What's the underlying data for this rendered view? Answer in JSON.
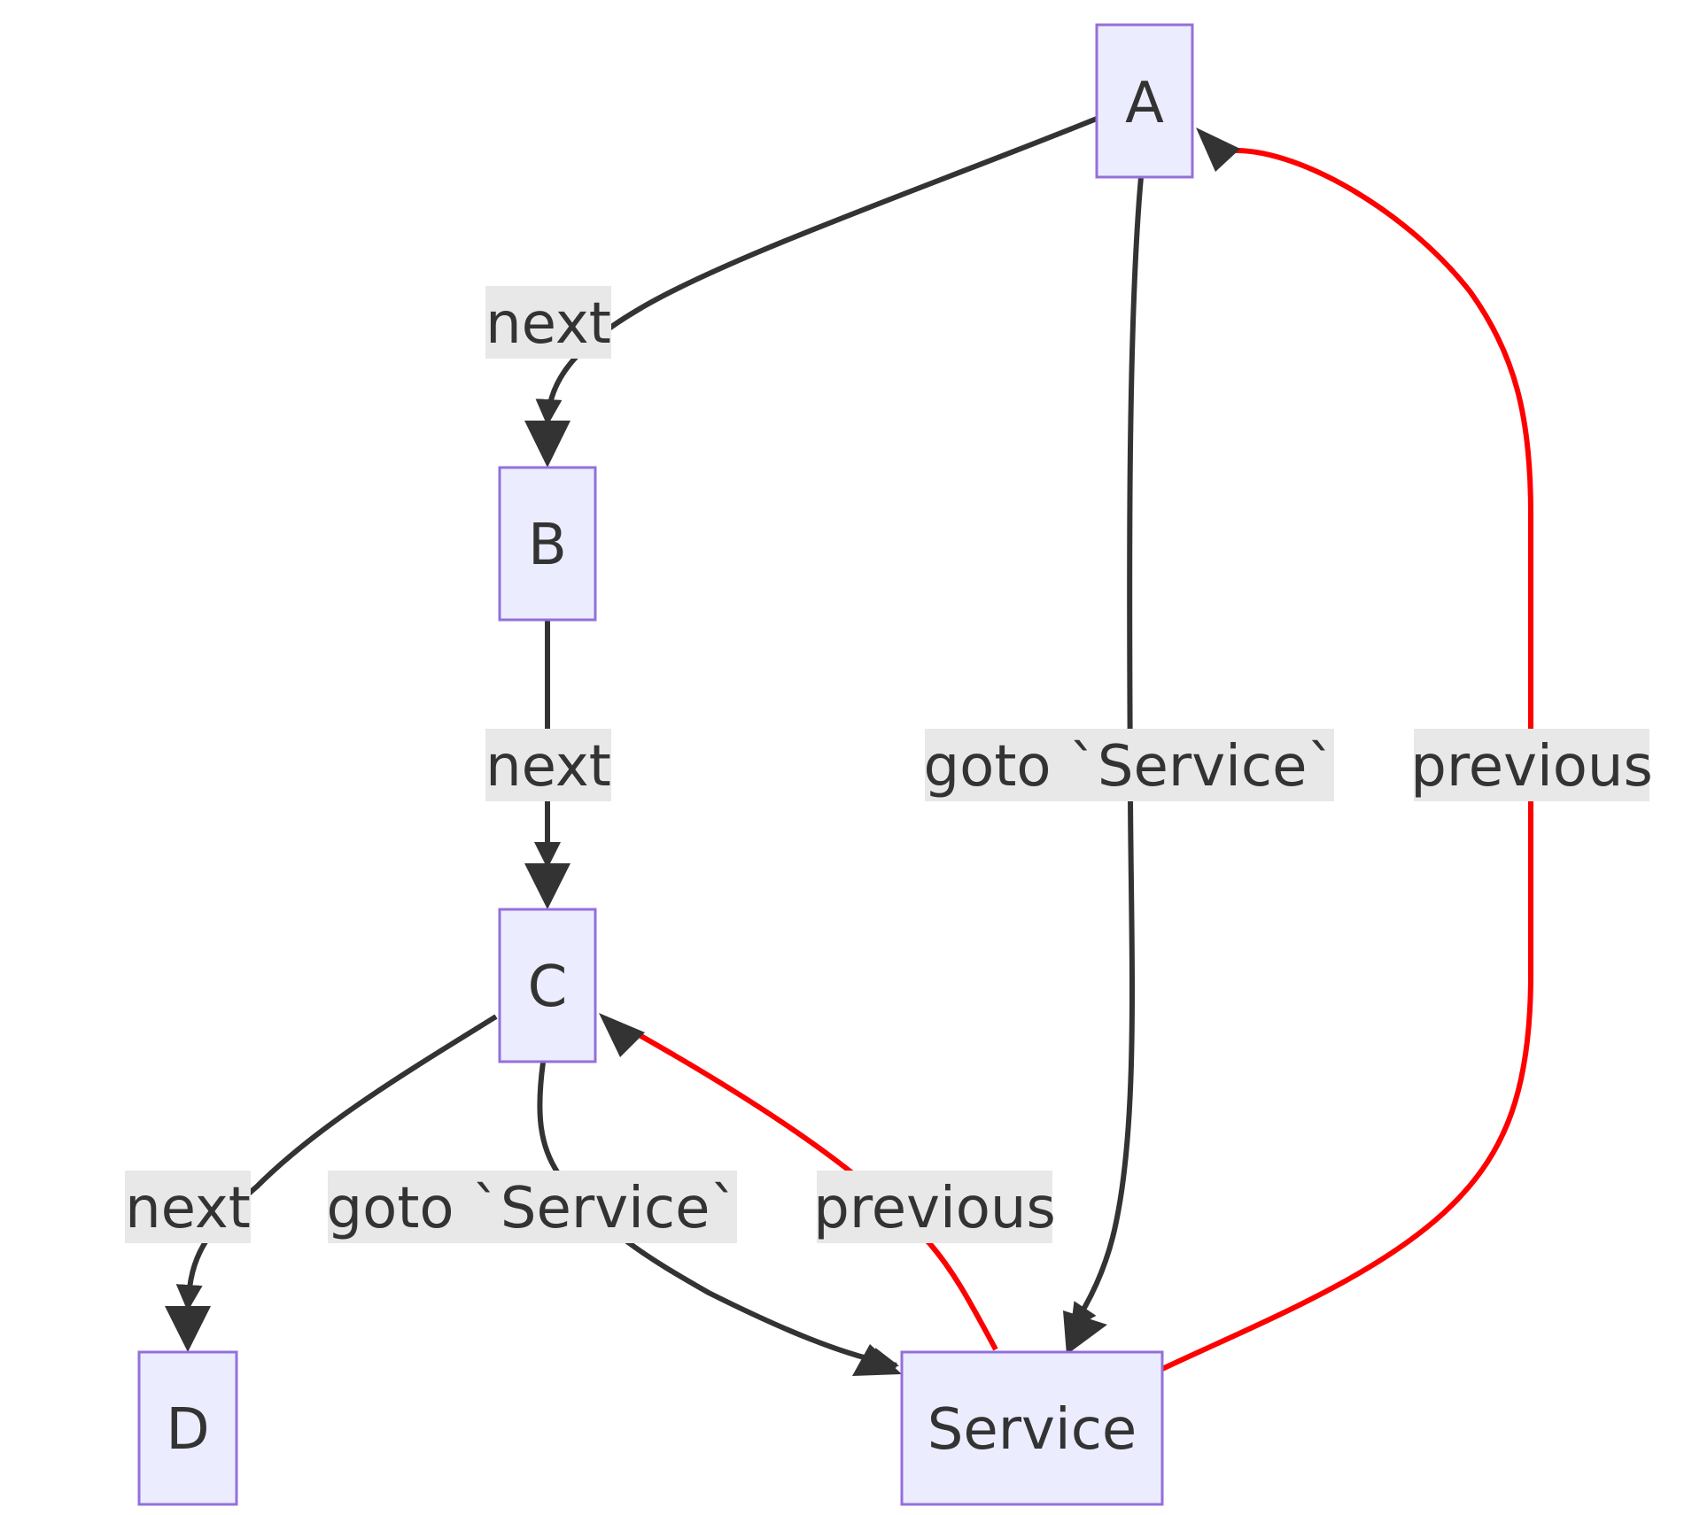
{
  "diagram": {
    "nodes": {
      "a": "A",
      "b": "B",
      "c": "C",
      "d": "D",
      "service": "Service"
    },
    "edges": {
      "a_b": "next",
      "b_c": "next",
      "c_d": "next",
      "a_service": "goto `Service`",
      "c_service": "goto `Service`",
      "service_c": "previous",
      "service_a": "previous"
    },
    "colors": {
      "node_fill": "#ECECFF",
      "node_stroke": "#9370DB",
      "edge": "#333333",
      "edge_previous": "#FF0000",
      "label_background": "#E8E8E8"
    }
  }
}
